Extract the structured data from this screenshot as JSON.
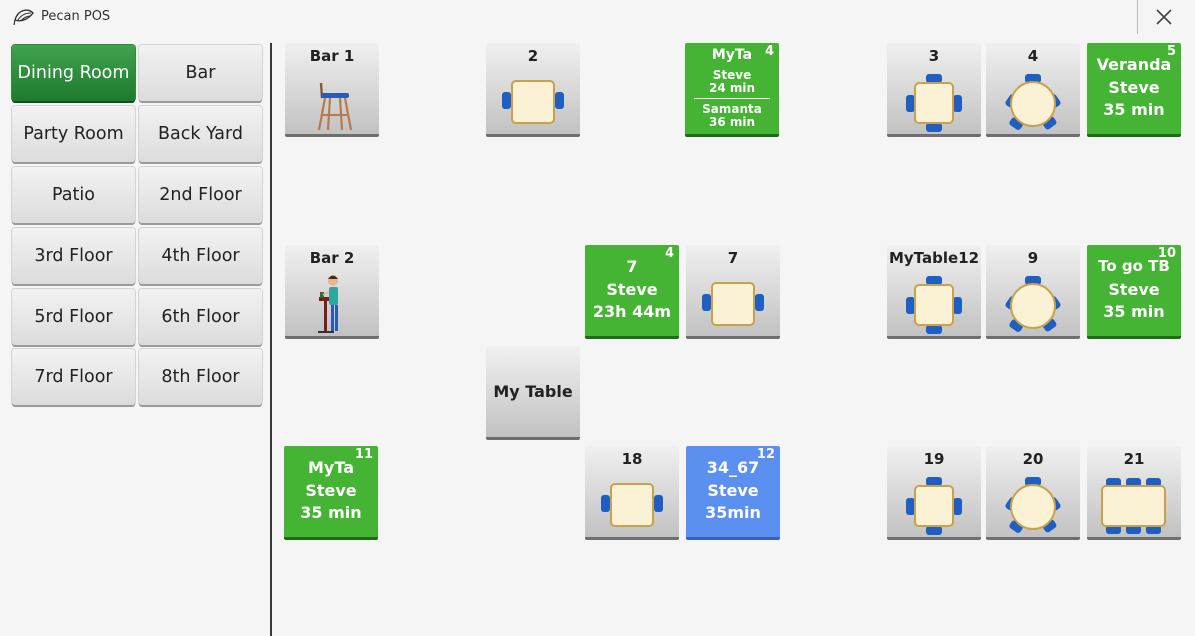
{
  "app": {
    "title": "Pecan POS"
  },
  "rooms": [
    {
      "label": "Dining Room",
      "active": true
    },
    {
      "label": "Bar"
    },
    {
      "label": "Party Room"
    },
    {
      "label": "Back Yard"
    },
    {
      "label": "Patio"
    },
    {
      "label": "2nd Floor"
    },
    {
      "label": "3rd Floor"
    },
    {
      "label": "4th Floor"
    },
    {
      "label": "5rd Floor"
    },
    {
      "label": "6th Floor"
    },
    {
      "label": "7rd Floor"
    },
    {
      "label": "8th Floor"
    }
  ],
  "tables": {
    "bar1": {
      "name": "Bar 1",
      "icon": "bar-stool-icon"
    },
    "t2": {
      "name": "2",
      "icon": "square-table-2-seat-icon"
    },
    "myta_top": {
      "name": "MyTa",
      "seats": "4",
      "server1": "Steve",
      "time1": "24 min",
      "server2": "Samanta",
      "time2": "36 min"
    },
    "t3": {
      "name": "3",
      "icon": "square-table-4-seat-icon"
    },
    "t4": {
      "name": "4",
      "icon": "round-table-icon"
    },
    "veranda": {
      "name": "Veranda",
      "seats": "5",
      "server": "Steve",
      "time": "35 min"
    },
    "bar2": {
      "name": "Bar 2",
      "icon": "person-at-bar-icon"
    },
    "t7a": {
      "name": "7",
      "seats": "4",
      "server": "Steve",
      "time": "23h 44m"
    },
    "t7b": {
      "name": "7",
      "icon": "square-table-2-seat-icon"
    },
    "mytable12": {
      "name": "MyTable12",
      "icon": "square-table-4-seat-icon"
    },
    "t9": {
      "name": "9",
      "icon": "round-table-icon"
    },
    "togo": {
      "name": "To go TB",
      "seats": "10",
      "server": "Steve",
      "time": "35 min"
    },
    "mytable": {
      "name": "My Table"
    },
    "myta_bot": {
      "name": "MyTa",
      "seats": "11",
      "server": "Steve",
      "time": "35 min"
    },
    "t18": {
      "name": "18",
      "icon": "square-table-2-seat-icon"
    },
    "t34_67": {
      "name": "34_67",
      "seats": "12",
      "server": "Steve",
      "time": "35min"
    },
    "t19": {
      "name": "19",
      "icon": "square-table-4-seat-icon"
    },
    "t20": {
      "name": "20",
      "icon": "round-table-icon"
    },
    "t21": {
      "name": "21",
      "icon": "long-table-icon"
    }
  }
}
